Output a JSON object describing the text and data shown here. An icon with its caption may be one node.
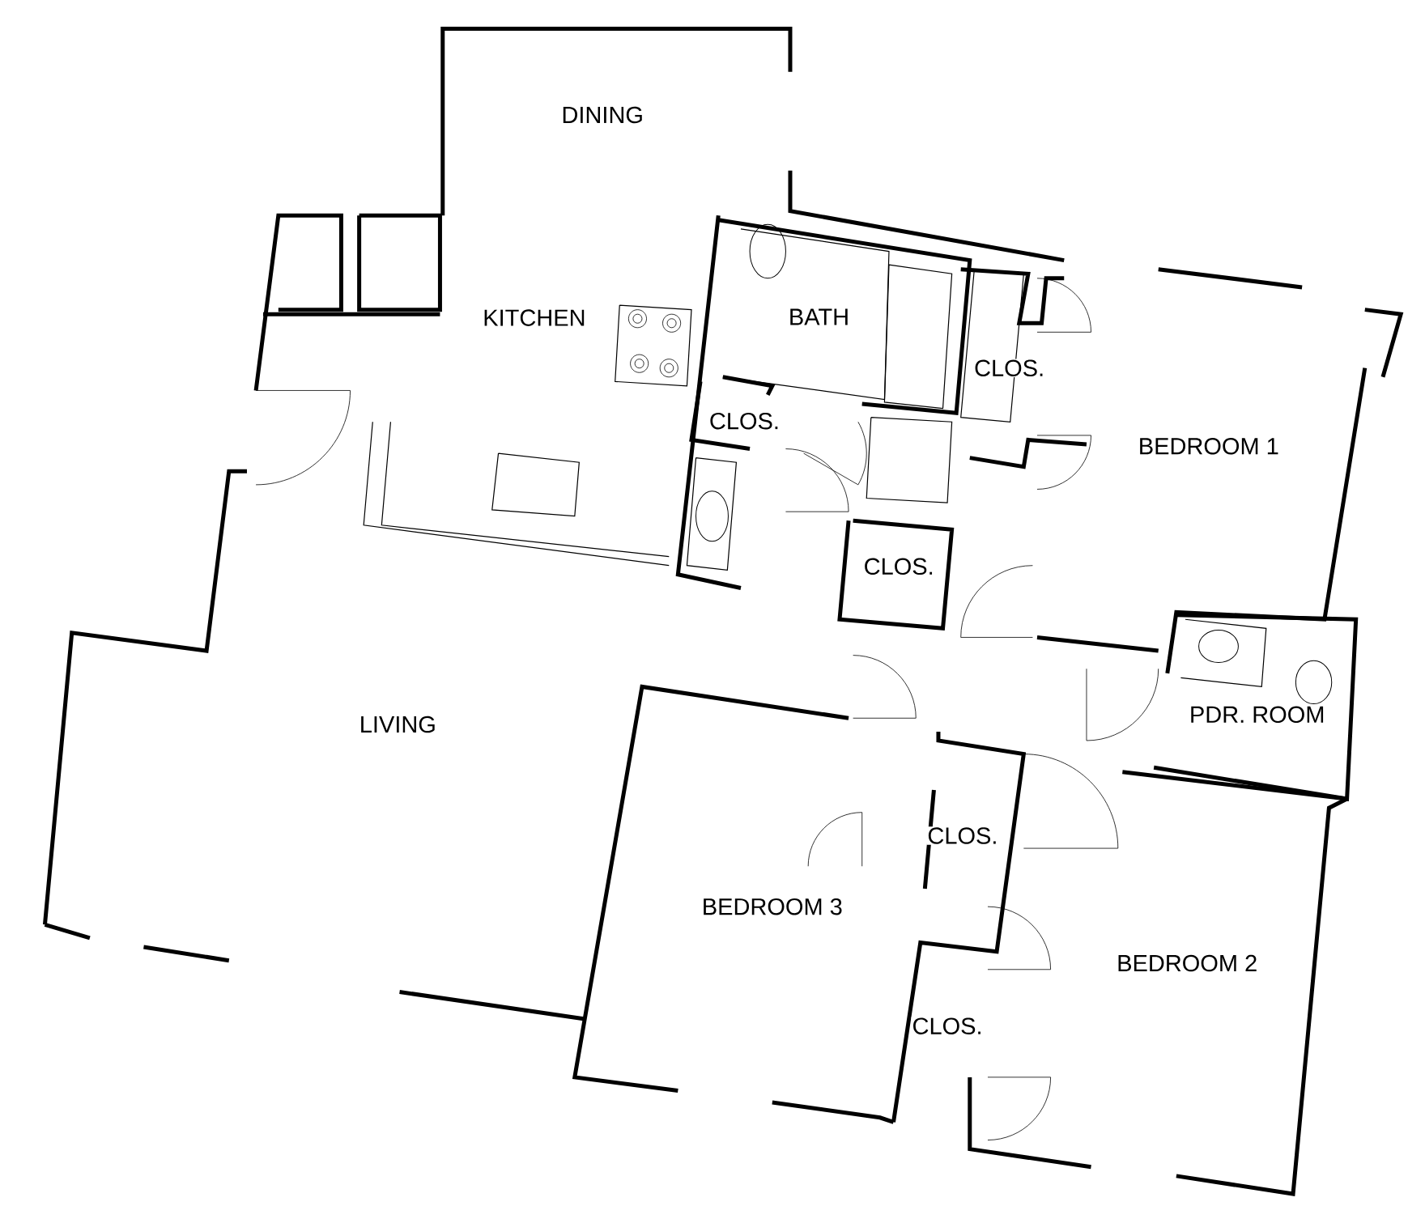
{
  "diagram": {
    "labels": [
      "DINING",
      "KITCHEN",
      "BATH",
      "CLOS.",
      "CLOS.",
      "BEDROOM 1",
      "CLOS.",
      "PDR. ROOM",
      "LIVING",
      "CLOS.",
      "BEDROOM 3",
      "BEDROOM 2",
      "CLOS."
    ]
  }
}
